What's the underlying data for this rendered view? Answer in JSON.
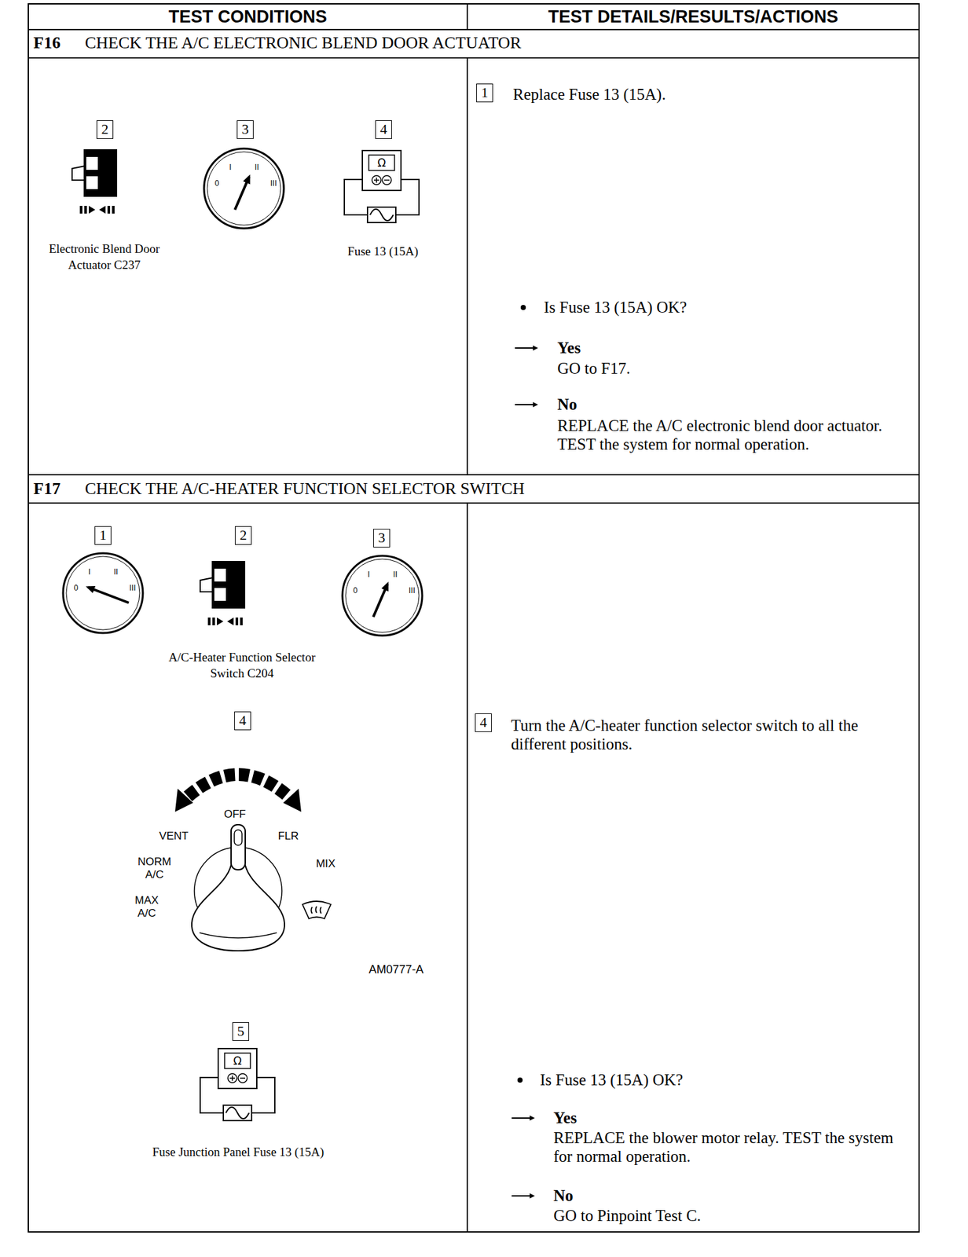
{
  "diagram": {
    "labels": [
      "TEST CONDITIONS",
      "TEST DETAILS/RESULTS/ACTIONS",
      "F16",
      "CHECK THE A/C ELECTRONIC BLEND DOOR ACTUATOR",
      "2",
      "3",
      "4",
      "0",
      "I",
      "II",
      "III",
      "Ω",
      "Electronic Blend Door Actuator C237",
      "Fuse 13 (15A)",
      "1",
      "Replace Fuse 13 (15A).",
      "Is Fuse 13 (15A) OK?",
      "Yes",
      "GO to F17.",
      "No",
      "REPLACE the A/C electronic blend door actuator. TEST the system for normal operation.",
      "F17",
      "CHECK THE A/C-HEATER FUNCTION SELECTOR SWITCH",
      "1",
      "2",
      "3",
      "0",
      "I",
      "II",
      "III",
      "0",
      "I",
      "II",
      "III",
      "A/C-Heater Function Selector Switch C204",
      "4",
      "4",
      "Turn the A/C-heater function selector switch to all the different positions.",
      "OFF",
      "VENT",
      "FLR",
      "NORM A/C",
      "MIX",
      "MAX A/C",
      "AM0777-A",
      "5",
      "Ω",
      "Fuse Junction Panel Fuse 13 (15A)",
      "Is Fuse 13 (15A) OK?",
      "Yes",
      "REPLACE the blower motor relay. TEST the system for normal operation.",
      "No",
      "GO to Pinpoint Test C."
    ]
  }
}
